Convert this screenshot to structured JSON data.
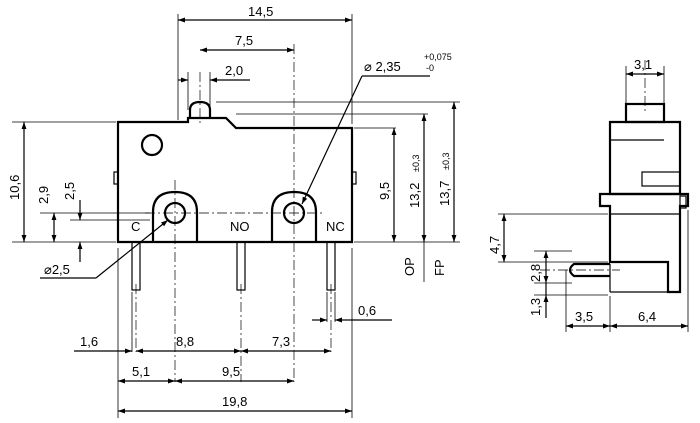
{
  "dimensions": {
    "top_width": "14,5",
    "pin_spacing_top": "7,5",
    "actuator_offset": "2,0",
    "hole_diameter_prefix": "⌀ 2,35",
    "hole_tol_plus": "+0,075",
    "hole_tol_minus": "-0",
    "height_total": "10,6",
    "h_2_9": "2,9",
    "h_2_5": "2,5",
    "h_9_5": "9,5",
    "h_13_2": "13,2",
    "h_13_2_tol": "±0,3",
    "h_13_7": "13,7",
    "h_13_7_tol": "±0,3",
    "op_label": "OP",
    "fp_label": "FP",
    "small_hole": "⌀2,5",
    "pin_gap": "0,6",
    "b_1_6": "1,6",
    "b_8_8": "8,8",
    "b_7_3": "7,3",
    "b_5_1": "5,1",
    "b_9_5": "9,5",
    "b_19_8": "19,8",
    "side_3_1": "3,1",
    "side_4_7": "4,7",
    "side_2_8": "2,8",
    "side_1_3": "1,3",
    "side_3_5": "3,5",
    "side_6_4": "6,4"
  },
  "terminals": {
    "c": "C",
    "no": "NO",
    "nc": "NC"
  }
}
